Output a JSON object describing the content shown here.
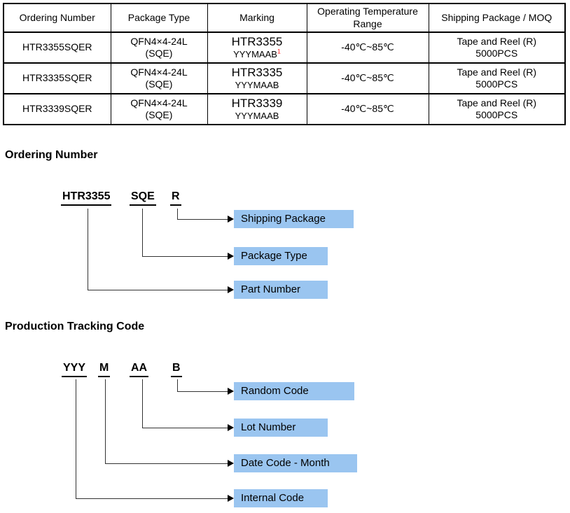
{
  "colors": {
    "highlight_blue": "#9ac5f0",
    "superscript_red": "#ff2a2a",
    "line": "#333333"
  },
  "table": {
    "headers": [
      "Ordering Number",
      "Package Type",
      "Marking",
      "Operating Temperature Range",
      "Shipping Package / MOQ"
    ],
    "rows": [
      {
        "ordering_number": "HTR3355SQER",
        "package_type_line1": "QFN4×4-24L",
        "package_type_line2": "(SQE)",
        "marking_line1": "HTR3355",
        "marking_line2": "YYYMAAB",
        "marking_superscript": "1",
        "temp_range": "-40℃~85℃",
        "shipping_line1": "Tape and Reel (R)",
        "shipping_line2": "5000PCS"
      },
      {
        "ordering_number": "HTR3335SQER",
        "package_type_line1": "QFN4×4-24L",
        "package_type_line2": "(SQE)",
        "marking_line1": "HTR3335",
        "marking_line2": "YYYMAAB",
        "temp_range": "-40℃~85℃",
        "shipping_line1": "Tape and Reel (R)",
        "shipping_line2": "5000PCS"
      },
      {
        "ordering_number": "HTR3339SQER",
        "package_type_line1": "QFN4×4-24L",
        "package_type_line2": "(SQE)",
        "marking_line1": "HTR3339",
        "marking_line2": "YYYMAAB",
        "temp_range": "-40℃~85℃",
        "shipping_line1": "Tape and Reel (R)",
        "shipping_line2": "5000PCS"
      }
    ]
  },
  "ordering_section": {
    "heading": "Ordering Number",
    "code_parts": [
      {
        "text": "HTR3355"
      },
      {
        "text": "SQE"
      },
      {
        "text": "R"
      }
    ],
    "callouts": [
      {
        "label": "Shipping Package"
      },
      {
        "label": "Package Type"
      },
      {
        "label": "Part Number"
      }
    ]
  },
  "tracking_section": {
    "heading": "Production Tracking Code",
    "code_parts": [
      {
        "text": "YYY"
      },
      {
        "text": "M"
      },
      {
        "text": "AA"
      },
      {
        "text": "B"
      }
    ],
    "callouts": [
      {
        "label": "Random Code"
      },
      {
        "label": "Lot Number"
      },
      {
        "label": "Date Code - Month"
      },
      {
        "label": "Internal Code"
      }
    ]
  }
}
